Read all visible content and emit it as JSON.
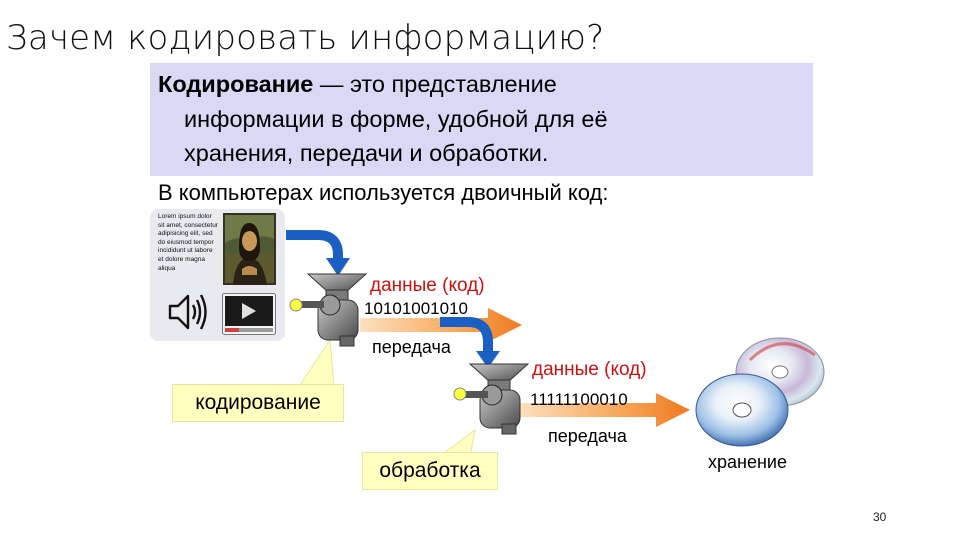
{
  "title": "Зачем кодировать информацию?",
  "definition": {
    "term": "Кодирование",
    "line1_rest": " — это представление",
    "line2": "информации в форме, удобной для её",
    "line3": "хранения, передачи и обработки."
  },
  "binary_statement": "В компьютерах используется двоичный код:",
  "source_panel": {
    "lorem_text": "Lorem ipsum dolor sit amet, consectetur adipisicing elit, sed do eiusmod tempor incididunt ut labore et dolore magna aliqua"
  },
  "stage1": {
    "data_label": "данные (код)",
    "code": "10101001010",
    "transfer_label": "передача"
  },
  "stage2": {
    "data_label": "данные (код)",
    "code": "11111100010",
    "transfer_label": "передача"
  },
  "boxes": {
    "encoding": "кодирование",
    "processing": "обработка"
  },
  "storage_label": "хранение",
  "page_number": "30",
  "colors": {
    "definition_bg": "#d9d9f5",
    "highlight_box": "#ffffc0",
    "arrow_blue": "#1b5fc4",
    "arrow_orange": "#f08a2a",
    "code_label_red": "#cc1111"
  },
  "icons": [
    "mona-lisa-image",
    "speaker-icon",
    "video-player-icon",
    "meat-grinder-icon",
    "cd-disc-icon"
  ]
}
